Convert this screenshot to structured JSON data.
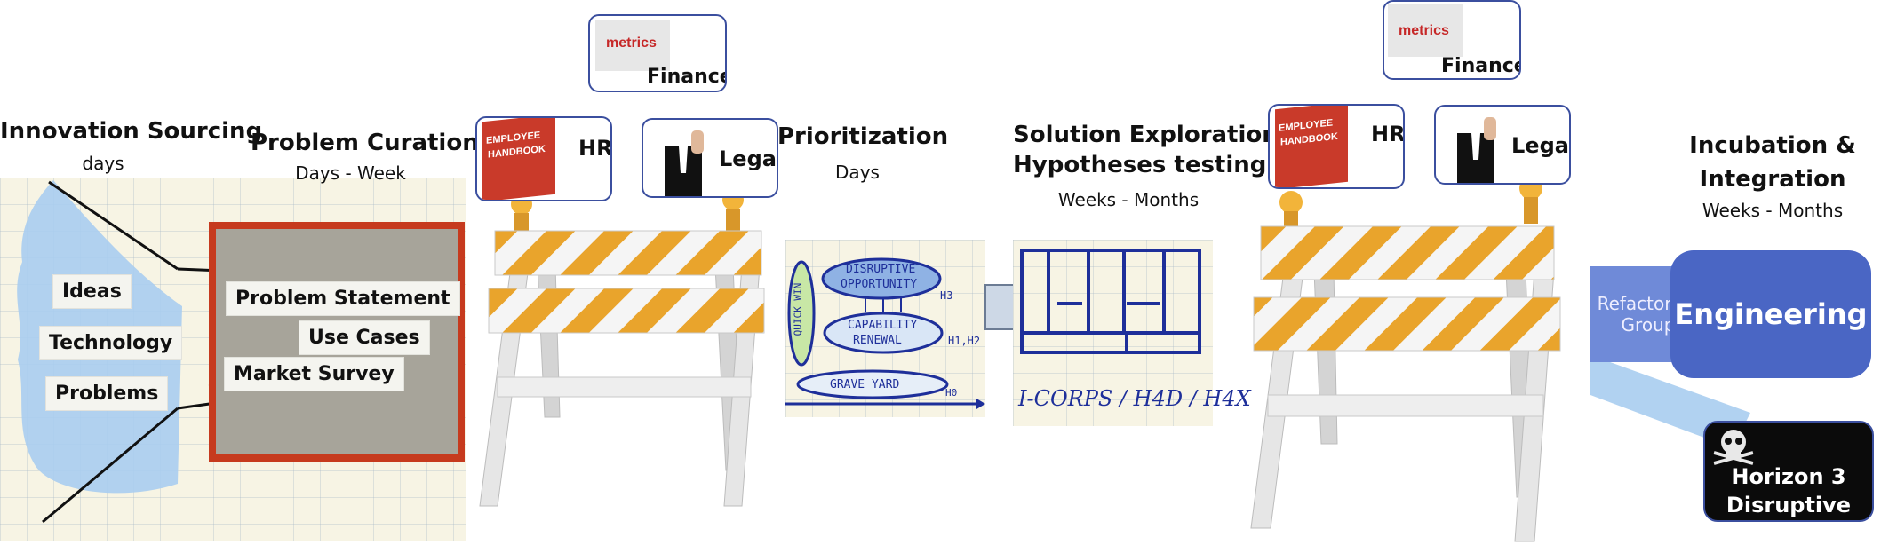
{
  "stages": {
    "sourcing": {
      "title": "Innovation Sourcing",
      "duration": "days"
    },
    "curation": {
      "title": "Problem Curation",
      "duration": "Days - Week"
    },
    "prioritization": {
      "title": "Prioritization",
      "duration": "Days"
    },
    "exploration": {
      "title_line1": "Solution Exploration",
      "title_line2": "Hypotheses testing",
      "duration": "Weeks - Months"
    },
    "incubation": {
      "title_line1": "Incubation &",
      "title_line2": "Integration",
      "duration": "Weeks - Months"
    }
  },
  "sources": [
    "Ideas",
    "Technology",
    "Problems"
  ],
  "curation_items": [
    "Problem Statement",
    "Use Cases",
    "Market Survey"
  ],
  "gate1": {
    "finance": "Finance",
    "hr": "HR",
    "legal": "Legal",
    "handbook_word1": "EMPLOYEE",
    "handbook_word2": "HANDBOOK",
    "metrics": "metrics"
  },
  "gate2": {
    "finance": "Finance",
    "hr": "HR",
    "legal": "Legal",
    "handbook_word1": "EMPLOYEE",
    "handbook_word2": "HANDBOOK",
    "metrics": "metrics"
  },
  "sketch": {
    "quick_win": "QUICK WIN",
    "disruptive_line1": "DISRUPTIVE",
    "disruptive_line2": "OPPORTUNITY",
    "h3": "H3",
    "capability_line1": "CAPABILITY",
    "capability_line2": "RENEWAL",
    "h1h2": "H1,H2",
    "graveyard": "GRAVE YARD",
    "h0": "H0",
    "icorps": "I-CORPS / H4D / H4X"
  },
  "outcomes": {
    "refactoring": "Refactoring Group",
    "engineering": "Engineering",
    "horizon_line1": "Horizon 3",
    "horizon_line2": "Disruptive"
  },
  "colors": {
    "frame_red": "#c63a1e",
    "stripe_orange": "#e9a42c",
    "sketch_blue": "#1e2f9a",
    "engineering_blue": "#4a66c4",
    "funnel_blue": "#a9cdf0"
  }
}
